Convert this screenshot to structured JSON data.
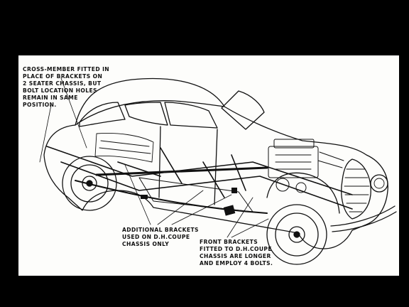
{
  "callouts": {
    "cross_member": "CROSS-MEMBER FITTED IN\nPLACE OF BRACKETS ON\n2 SEATER CHASSIS, BUT\nBOLT LOCATION HOLES\nREMAIN IN SAME\nPOSITION.",
    "additional_brackets": "ADDITIONAL BRACKETS\nUSED ON D.H.COUPE\nCHASSIS ONLY",
    "front_brackets": "FRONT BRACKETS\nFITTED TO D.H.COUPE\nCHASSIS ARE LONGER\nAND EMPLOY 4 BOLTS."
  },
  "colors": {
    "background": "#000000",
    "paper": "#fdfdfb",
    "ink": "#111111"
  }
}
